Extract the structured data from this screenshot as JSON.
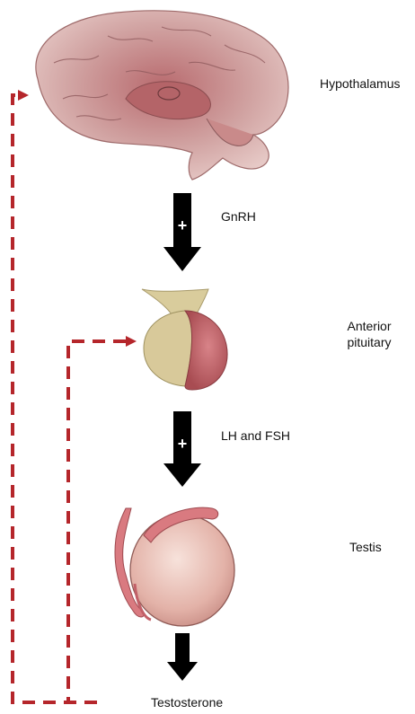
{
  "stages": {
    "hypothalamus": "Hypothalamus",
    "anterior_pituitary_line1": "Anterior",
    "anterior_pituitary_line2": "pituitary",
    "testis": "Testis"
  },
  "signals": {
    "gnrh": "GnRH",
    "lh_fsh": "LH and FSH",
    "testosterone": "Testosterone"
  },
  "stimulation_symbol": "+",
  "colors": {
    "feedback_line": "#b5262b",
    "arrow": "#000000",
    "brain": "#c98c8c",
    "brain_stem": "#bf8a86",
    "pituitary_anterior": "#c26a6e",
    "pituitary_posterior": "#d6c89a",
    "testis_body": "#e9bcb2",
    "epididymis": "#d9747a"
  }
}
